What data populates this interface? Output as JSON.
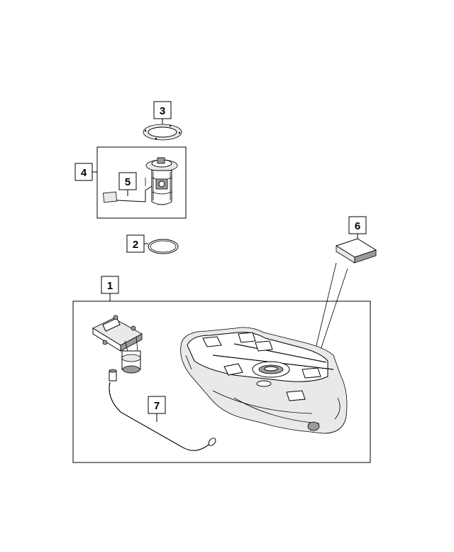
{
  "callouts": {
    "c1": "1",
    "c2": "2",
    "c3": "3",
    "c4": "4",
    "c5": "5",
    "c6": "6",
    "c7": "7"
  },
  "colors": {
    "ink": "#000000",
    "background": "#ffffff"
  }
}
